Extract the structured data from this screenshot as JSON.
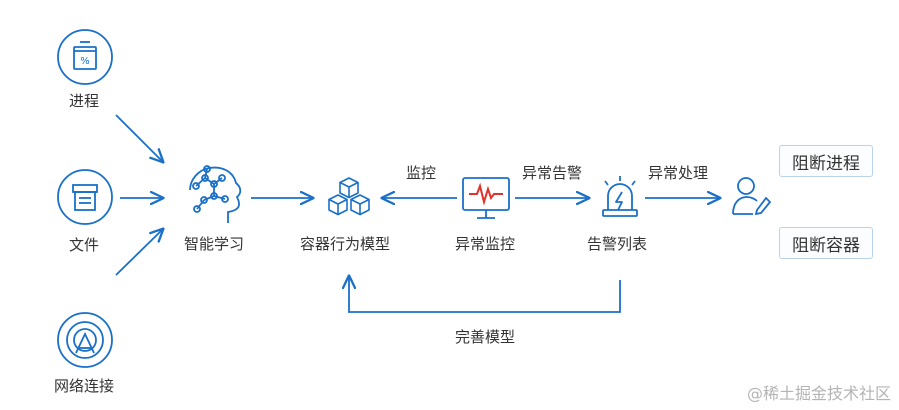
{
  "colors": {
    "primary": "#1a70c8",
    "signal": "#e0332b",
    "box_border": "#b9d3ea",
    "text": "#333333",
    "watermark": "#b4b4b4"
  },
  "nodes": {
    "process": {
      "label": "进程",
      "icon": "process-icon"
    },
    "file": {
      "label": "文件",
      "icon": "file-icon"
    },
    "network": {
      "label": "网络连接",
      "icon": "network-icon"
    },
    "ml": {
      "label": "智能学习",
      "icon": "brain-icon"
    },
    "model": {
      "label": "容器行为模型",
      "icon": "cubes-icon"
    },
    "monitor": {
      "label": "异常监控",
      "icon": "monitor-icon"
    },
    "alert": {
      "label": "告警列表",
      "icon": "alarm-icon"
    },
    "handler": {
      "icon": "user-edit-icon"
    }
  },
  "edges": {
    "monitor_to_model": "监控",
    "monitor_to_alert": "异常告警",
    "alert_to_handler": "异常处理",
    "feedback": "完善模型"
  },
  "actions": [
    "阻断进程",
    "阻断容器"
  ],
  "watermark": "@稀土掘金技术社区"
}
